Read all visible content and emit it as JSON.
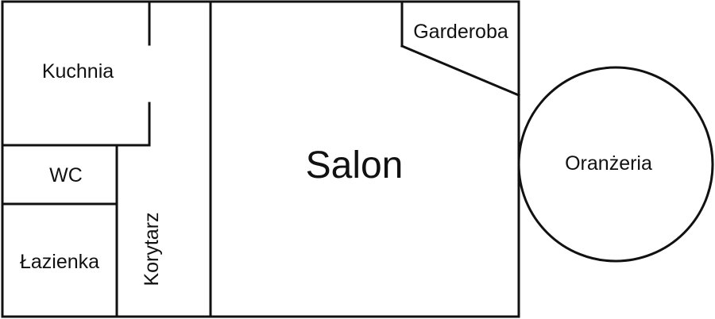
{
  "rooms": {
    "kuchnia": "Kuchnia",
    "wc": "WC",
    "lazienka": "Łazienka",
    "korytarz": "Korytarz",
    "salon": "Salon",
    "garderoba": "Garderoba",
    "oranzeria": "Oranżeria"
  },
  "colors": {
    "line": "#111111",
    "background": "#ffffff"
  }
}
